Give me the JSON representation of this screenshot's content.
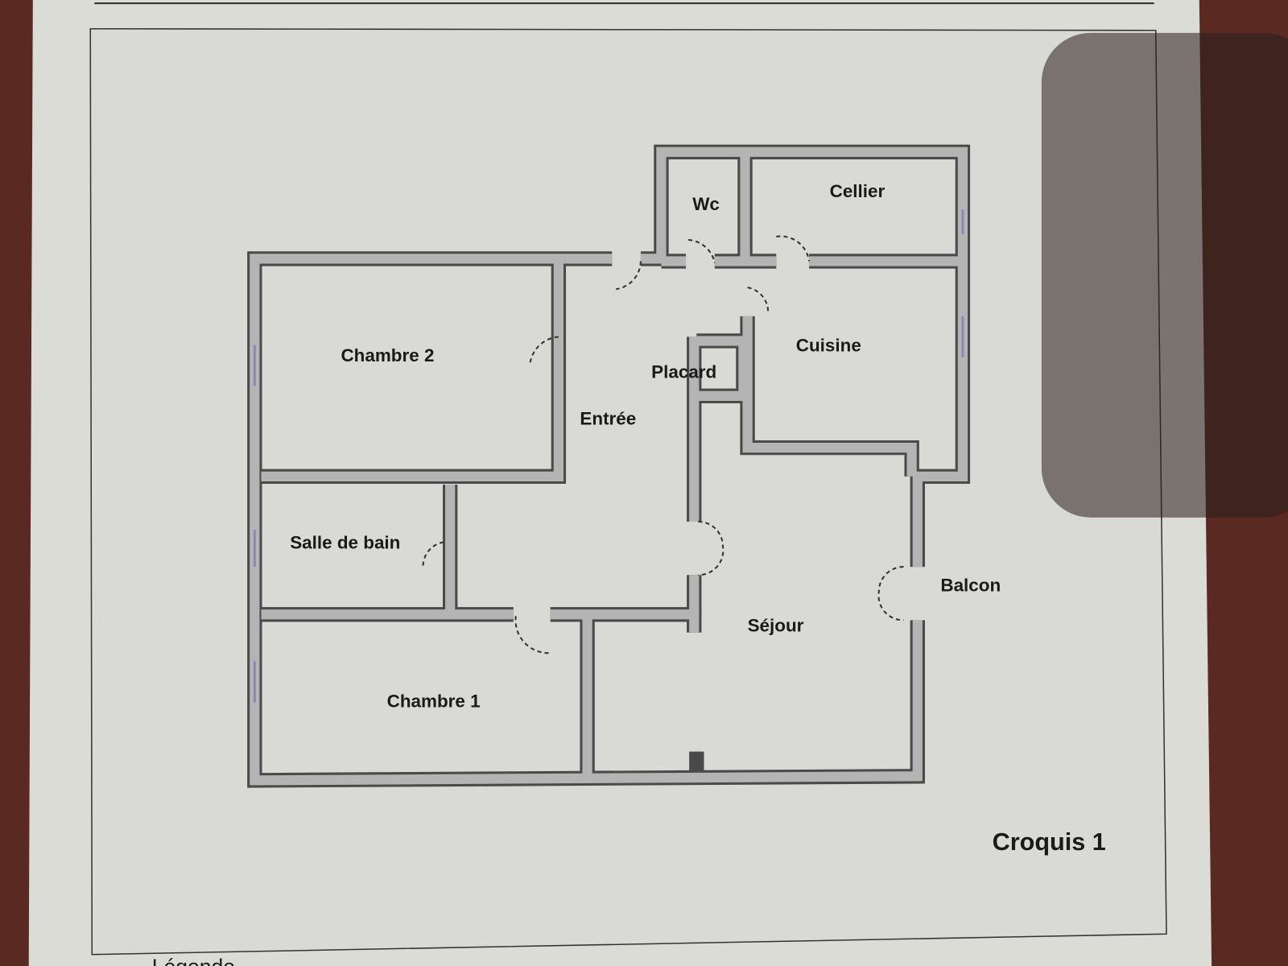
{
  "title": "Croquis 1",
  "legend_label": "Légende",
  "rooms": {
    "wc": "Wc",
    "cellier": "Cellier",
    "chambre2": "Chambre 2",
    "placard": "Placard",
    "cuisine": "Cuisine",
    "entree": "Entrée",
    "salle_de_bain": "Salle de bain",
    "balcon": "Balcon",
    "sejour": "Séjour",
    "chambre1": "Chambre 1"
  },
  "colors": {
    "paper": "#dcdcd8",
    "wall": "#b4b4b4",
    "wall_outline": "#4a4a4a",
    "background": "#5a2a22"
  }
}
